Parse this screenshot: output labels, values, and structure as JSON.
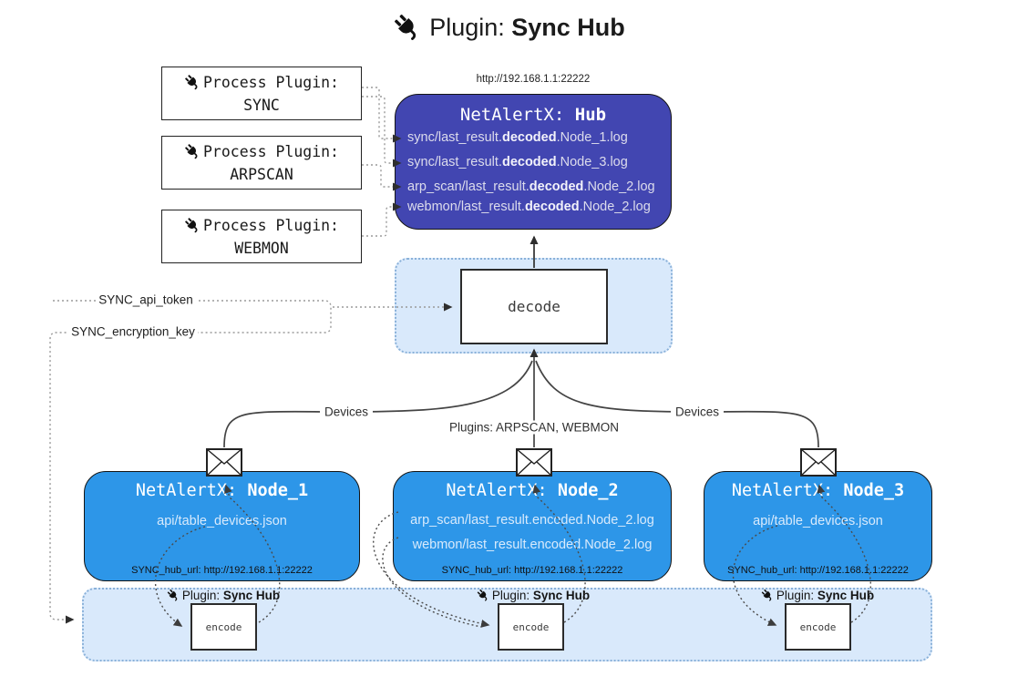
{
  "title": {
    "prefix": "Plugin: ",
    "strong": "Sync Hub"
  },
  "process_plugins": [
    {
      "label": "Process Plugin:",
      "name": "SYNC"
    },
    {
      "label": "Process Plugin:",
      "name": "ARPSCAN"
    },
    {
      "label": "Process Plugin:",
      "name": "WEBMON"
    }
  ],
  "hub": {
    "url": "http://192.168.1.1:22222",
    "title_prefix": "NetAlertX: ",
    "title_strong": "Hub",
    "files": [
      {
        "pre": "sync/last_result.",
        "bold": "decoded",
        "post": ".Node_1.log"
      },
      {
        "pre": "sync/last_result.",
        "bold": "decoded",
        "post": ".Node_3.log"
      },
      {
        "pre": "arp_scan/last_result.",
        "bold": "decoded",
        "post": ".Node_2.log"
      },
      {
        "pre": "webmon/last_result.",
        "bold": "decoded",
        "post": ".Node_2.log"
      }
    ]
  },
  "decode_label": "decode",
  "secrets": {
    "api_token": "SYNC_api_token",
    "encryption_key": "SYNC_encryption_key"
  },
  "edge_labels": {
    "left": "Devices",
    "center": "Plugins: ARPSCAN, WEBMON",
    "right": "Devices"
  },
  "nodes": [
    {
      "title_prefix": "NetAlertX: ",
      "title_strong": "Node_1",
      "files": [
        "api/table_devices.json"
      ],
      "hub_url": "SYNC_hub_url: http://192.168.1.1:22222"
    },
    {
      "title_prefix": "NetAlertX: ",
      "title_strong": "Node_2",
      "files": [
        "arp_scan/last_result.encoded.Node_2.log",
        "webmon/last_result.encoded.Node_2.log"
      ],
      "hub_url": "SYNC_hub_url: http://192.168.1.1:22222"
    },
    {
      "title_prefix": "NetAlertX: ",
      "title_strong": "Node_3",
      "files": [
        "api/table_devices.json"
      ],
      "hub_url": "SYNC_hub_url: http://192.168.1.1:22222"
    }
  ],
  "encode_label": "encode",
  "encode_plugin_label": {
    "prefix": "Plugin: ",
    "strong": "Sync Hub"
  },
  "colors": {
    "hub_fill": "#4246b1",
    "node_fill": "#2d96e8",
    "container_fill": "#d9e9fb",
    "container_border": "#8ab1d9"
  }
}
